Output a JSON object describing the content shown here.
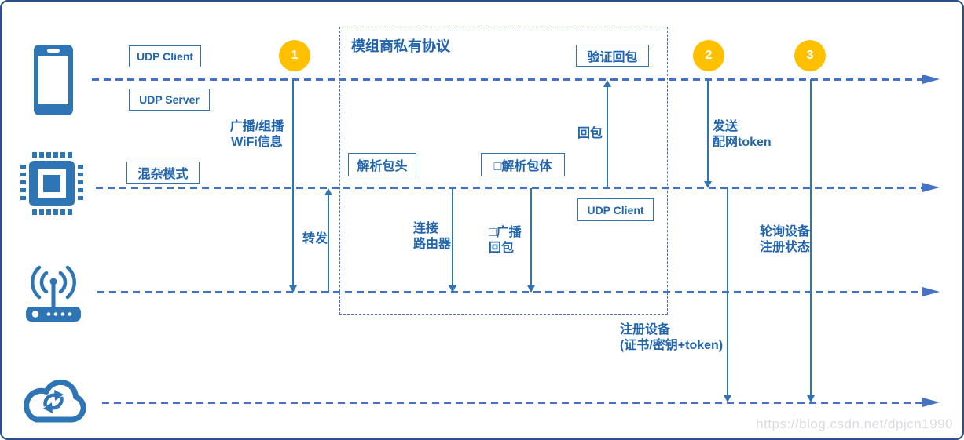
{
  "colors": {
    "accent_blue": "#2e75b6",
    "dash_blue": "#4472c4",
    "text_blue": "#2165ae",
    "step_orange": "#ffc000",
    "outer_border_blue": "#2b4f8c",
    "watermark_gray": "#d9dbe1"
  },
  "actors": [
    {
      "name": "smartphone",
      "icon": "smartphone-icon"
    },
    {
      "name": "wifi-module-chip",
      "icon": "chip-icon"
    },
    {
      "name": "wireless-router",
      "icon": "router-icon"
    },
    {
      "name": "cloud-service",
      "icon": "cloud-sync-icon"
    }
  ],
  "steps": [
    "1",
    "2",
    "3"
  ],
  "protocol_box": {
    "title": "模组商私有协议"
  },
  "labels": {
    "udp_client_top": "UDP Client",
    "udp_server": "UDP Server",
    "promiscuous_mode": "混杂模式",
    "parse_header": "解析包头",
    "parse_body": "□解析包体",
    "verify_reply": "验证回包",
    "udp_client_inner": "UDP Client"
  },
  "annotations": {
    "broadcast_wifi": "广播/组播\nWiFi信息",
    "forward": "转发",
    "connect_router": "连接\n路由器",
    "broadcast_reply": "□广播\n回包",
    "reply": "回包",
    "send_token": "发送\n配网token",
    "register_device": "注册设备\n(证书/密钥+token)",
    "poll_status": "轮询设备\n注册状态"
  },
  "watermark": "https://blog.csdn.net/dpjcn1990"
}
